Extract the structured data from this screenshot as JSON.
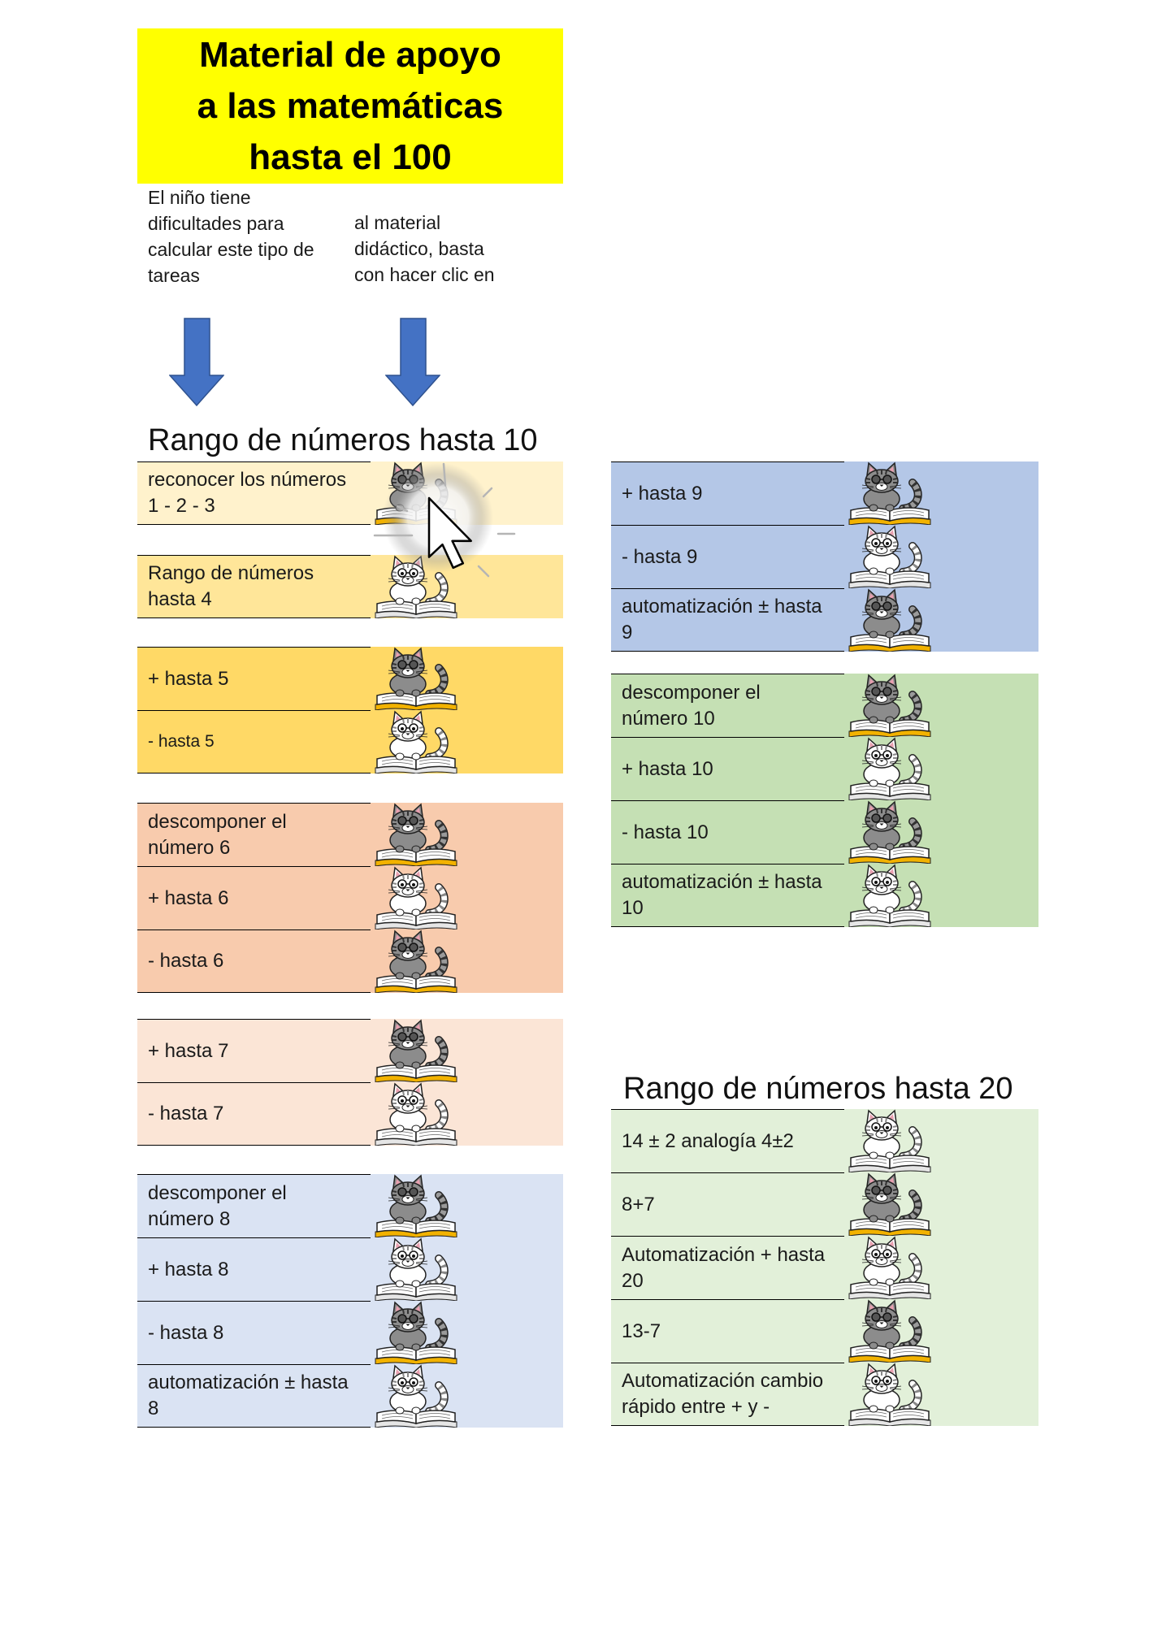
{
  "title": {
    "lines": [
      "Material de apoyo",
      "a las matemáticas",
      "hasta el 100"
    ],
    "background": "#ffff00"
  },
  "intro": {
    "left_lines": [
      "El niño tiene",
      "dificultades para",
      "calcular este tipo de",
      "tareas"
    ],
    "right_lines": [
      "al material",
      "didáctico, basta",
      "con hacer clic en"
    ]
  },
  "arrows": {
    "icon": "arrow-down-icon",
    "color": "#4472c4"
  },
  "cursor": {
    "icon": "mouse-pointer-icon"
  },
  "range_10": {
    "heading": "Rango de números hasta 10",
    "groups": [
      {
        "color": "#fff2cc",
        "rows": [
          {
            "lines": [
              "reconocer los números",
              "1 - 2 - 3"
            ],
            "icon": "cat-reading-dark-icon"
          }
        ]
      },
      {
        "color": "#ffe699",
        "rows": [
          {
            "lines": [
              "Rango de números",
              "hasta 4"
            ],
            "icon": "cat-reading-light-icon"
          }
        ]
      },
      {
        "color": "#ffd966",
        "rows": [
          {
            "lines": [
              "+ hasta 5"
            ],
            "icon": "cat-reading-dark-icon"
          },
          {
            "lines": [
              "- hasta 5"
            ],
            "icon": "cat-reading-light-icon"
          }
        ]
      },
      {
        "color": "#f8cbad",
        "rows": [
          {
            "lines": [
              "descomponer el",
              "número 6"
            ],
            "icon": "cat-reading-dark-icon"
          },
          {
            "lines": [
              "+ hasta 6"
            ],
            "icon": "cat-reading-light-icon"
          },
          {
            "lines": [
              "- hasta 6"
            ],
            "icon": "cat-reading-dark-icon"
          }
        ]
      },
      {
        "color": "#fbe5d6",
        "rows": [
          {
            "lines": [
              "+ hasta 7"
            ],
            "icon": "cat-reading-dark-icon"
          },
          {
            "lines": [
              "- hasta 7"
            ],
            "icon": "cat-reading-light-icon"
          }
        ]
      },
      {
        "color": "#dae3f3",
        "rows": [
          {
            "lines": [
              "descomponer el",
              "número 8"
            ],
            "icon": "cat-reading-dark-icon"
          },
          {
            "lines": [
              "+ hasta 8"
            ],
            "icon": "cat-reading-light-icon"
          },
          {
            "lines": [
              "- hasta 8"
            ],
            "icon": "cat-reading-dark-icon"
          },
          {
            "lines": [
              "automatización ± hasta",
              "8"
            ],
            "icon": "cat-reading-light-icon"
          }
        ]
      }
    ]
  },
  "range_10_right": {
    "groups": [
      {
        "color": "#b4c7e7",
        "rows": [
          {
            "lines": [
              "+ hasta 9"
            ],
            "icon": "cat-reading-dark-icon"
          },
          {
            "lines": [
              "- hasta 9"
            ],
            "icon": "cat-reading-light-icon"
          },
          {
            "lines": [
              "automatización ± hasta",
              "9"
            ],
            "icon": "cat-reading-dark-icon"
          }
        ]
      },
      {
        "color": "#c5e0b4",
        "rows": [
          {
            "lines": [
              "descomponer el",
              "número 10"
            ],
            "icon": "cat-reading-dark-icon"
          },
          {
            "lines": [
              "+ hasta 10"
            ],
            "icon": "cat-reading-light-icon"
          },
          {
            "lines": [
              "- hasta 10"
            ],
            "icon": "cat-reading-dark-icon"
          },
          {
            "lines": [
              "automatización ± hasta",
              "10"
            ],
            "icon": "cat-reading-light-icon"
          }
        ]
      }
    ]
  },
  "range_20": {
    "heading": "Rango de números hasta 20",
    "groups": [
      {
        "color": "#e2f0d9",
        "rows": [
          {
            "lines": [
              "14 ± 2 analogía 4±2"
            ],
            "icon": "cat-reading-light-icon"
          },
          {
            "lines": [
              "8+7"
            ],
            "icon": "cat-reading-dark-icon"
          },
          {
            "lines": [
              "Automatización + hasta",
              "20"
            ],
            "icon": "cat-reading-light-icon"
          },
          {
            "lines": [
              "13-7"
            ],
            "icon": "cat-reading-dark-icon"
          },
          {
            "lines": [
              "Automatización cambio",
              "rápido entre + y -"
            ],
            "icon": "cat-reading-light-icon"
          }
        ]
      }
    ]
  }
}
